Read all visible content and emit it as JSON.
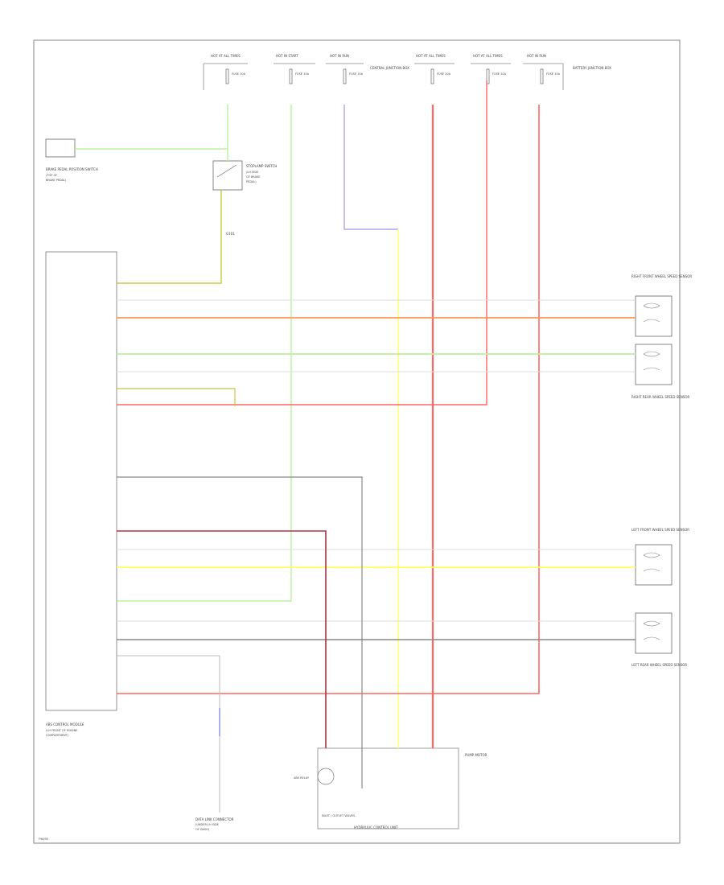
{
  "fuses": [
    {
      "header": "HOT AT ALL TIMES",
      "label": "FUSE 10A"
    },
    {
      "header": "HOT IN START",
      "label": "FUSE 15A"
    },
    {
      "header": "HOT IN RUN",
      "label": "FUSE 10A"
    },
    {
      "header": "HOT AT ALL TIMES",
      "label": "FUSE 20A"
    },
    {
      "header": "HOT AT ALL TIMES",
      "label": "FUSE 20A"
    },
    {
      "header": "HOT IN RUN",
      "label": "FUSE 15A"
    }
  ],
  "fuse_notes": {
    "center": "CENTRAL JUNCTION BOX",
    "right": "BATTERY JUNCTION BOX"
  },
  "brake_switch": "BRAKE PEDAL POSITION SWITCH",
  "stoplamp_switch": "STOPLAMP SWITCH",
  "module_label": "ABS CONTROL MODULE",
  "ground_label": "G101",
  "sensors": {
    "rf": "RIGHT FRONT WHEEL SPEED SENSOR",
    "rr": "RIGHT REAR WHEEL SPEED SENSOR",
    "lf": "LEFT FRONT WHEEL SPEED SENSOR",
    "lr": "LEFT REAR WHEEL SPEED SENSOR"
  },
  "bottom": {
    "hcu": "HYDRAULIC CONTROL UNIT",
    "pump_motor": "PUMP MOTOR",
    "data_link": "DATA LINK CONNECTOR",
    "relay": "ABS RELAY",
    "solenoids": "INLET / OUTLET VALVES"
  },
  "wire_colors": {
    "green": "#b9f0a0",
    "red": "#ff6666",
    "orange": "#ff9955",
    "yellow": "#ffff66",
    "blue": "#9999dd",
    "gray": "#888888",
    "darkred": "#aa3344",
    "olive": "#c8c840"
  },
  "corner_note": "F98/95"
}
